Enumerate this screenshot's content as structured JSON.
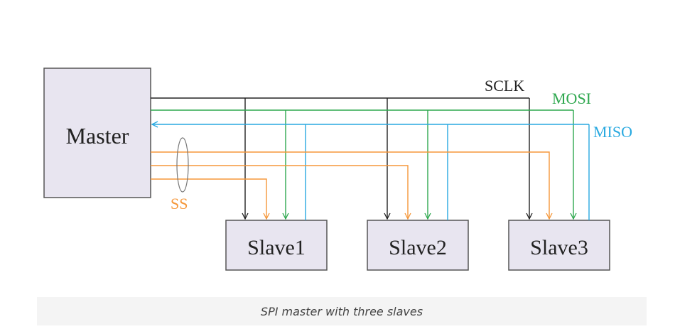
{
  "master": {
    "label": "Master"
  },
  "slaves": [
    {
      "label": "Slave1"
    },
    {
      "label": "Slave2"
    },
    {
      "label": "Slave3"
    }
  ],
  "signals": {
    "sclk": {
      "label": "SCLK",
      "color": "#222222"
    },
    "mosi": {
      "label": "MOSI",
      "color": "#2fa84f"
    },
    "miso": {
      "label": "MISO",
      "color": "#29a9e0"
    },
    "ss": {
      "label": "SS",
      "color": "#f5973a"
    }
  },
  "box_colors": {
    "fill": "#e8e5f0",
    "stroke": "#555555"
  },
  "caption": "SPI master with three slaves"
}
